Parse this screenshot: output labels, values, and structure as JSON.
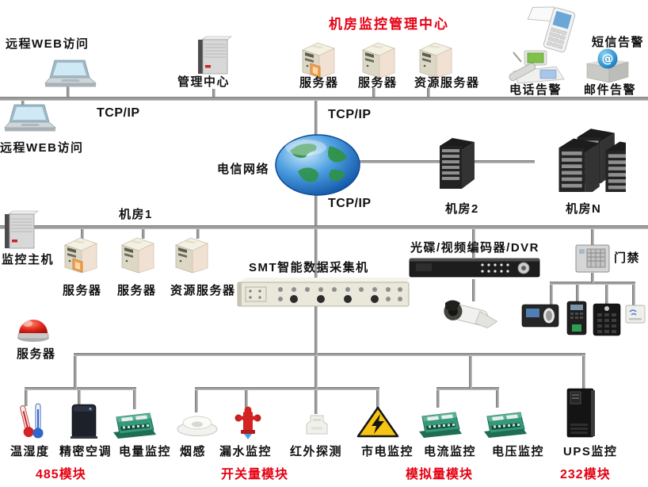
{
  "colors": {
    "accent_red": "#e60012",
    "line_gray": "#9c9c9c",
    "text": "#111111"
  },
  "header": {
    "title": "机房监控管理中心"
  },
  "top": {
    "remote_web_label": "远程WEB访问",
    "mgmt_label": "管理中心",
    "servers": [
      {
        "label": "服务器"
      },
      {
        "label": "服务器"
      },
      {
        "label": "资源服务器"
      }
    ],
    "sms_label": "短信告警",
    "phone_label": "电话告警",
    "mail_label": "邮件告警"
  },
  "network": {
    "tcpip": [
      "TCP/IP",
      "TCP/IP",
      "TCP/IP"
    ],
    "remote_web2_label": "远程WEB访问",
    "telecom_label": "电信网络",
    "room2_label": "机房2",
    "roomN_label": "机房N"
  },
  "room1": {
    "label": "机房1",
    "host_label": "监控主机",
    "servers": [
      {
        "label": "服务器"
      },
      {
        "label": "服务器"
      },
      {
        "label": "资源服务器"
      }
    ],
    "alarm_label": "服务器"
  },
  "collector": {
    "label": "SMT智能数据采集机"
  },
  "video": {
    "label": "光碟/视频编码器/DVR"
  },
  "access": {
    "label": "门禁"
  },
  "bottom": {
    "devices": [
      {
        "label": "温湿度",
        "icon": "thermometer-icon"
      },
      {
        "label": "精密空调",
        "icon": "air-conditioner-icon"
      },
      {
        "label": "电量监控",
        "icon": "terminal-module-icon"
      },
      {
        "label": "烟感",
        "icon": "smoke-detector-icon"
      },
      {
        "label": "漏水监控",
        "icon": "fire-hydrant-icon"
      },
      {
        "label": "红外探测",
        "icon": "infrared-detector-icon"
      },
      {
        "label": "市电监控",
        "icon": "power-warning-icon"
      },
      {
        "label": "电流监控",
        "icon": "terminal-module-icon"
      },
      {
        "label": "电压监控",
        "icon": "terminal-module-icon"
      },
      {
        "label": "UPS监控",
        "icon": "ups-icon"
      }
    ],
    "modules": [
      {
        "label": "485模块"
      },
      {
        "label": "开关量模块"
      },
      {
        "label": "模拟量模块"
      },
      {
        "label": "232模块"
      }
    ]
  }
}
